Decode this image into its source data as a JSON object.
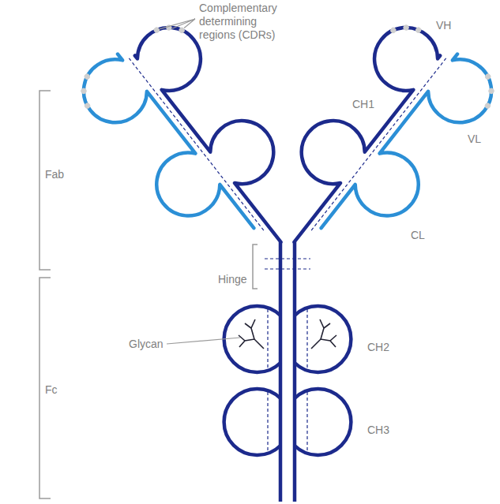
{
  "diagram": {
    "labels": [
      "Complementary determining regions (CDRs)",
      "VH",
      "Fab",
      "CH1",
      "VL",
      "CL",
      "Hinge",
      "Glycan",
      "CH2",
      "Fc",
      "CH3"
    ]
  }
}
